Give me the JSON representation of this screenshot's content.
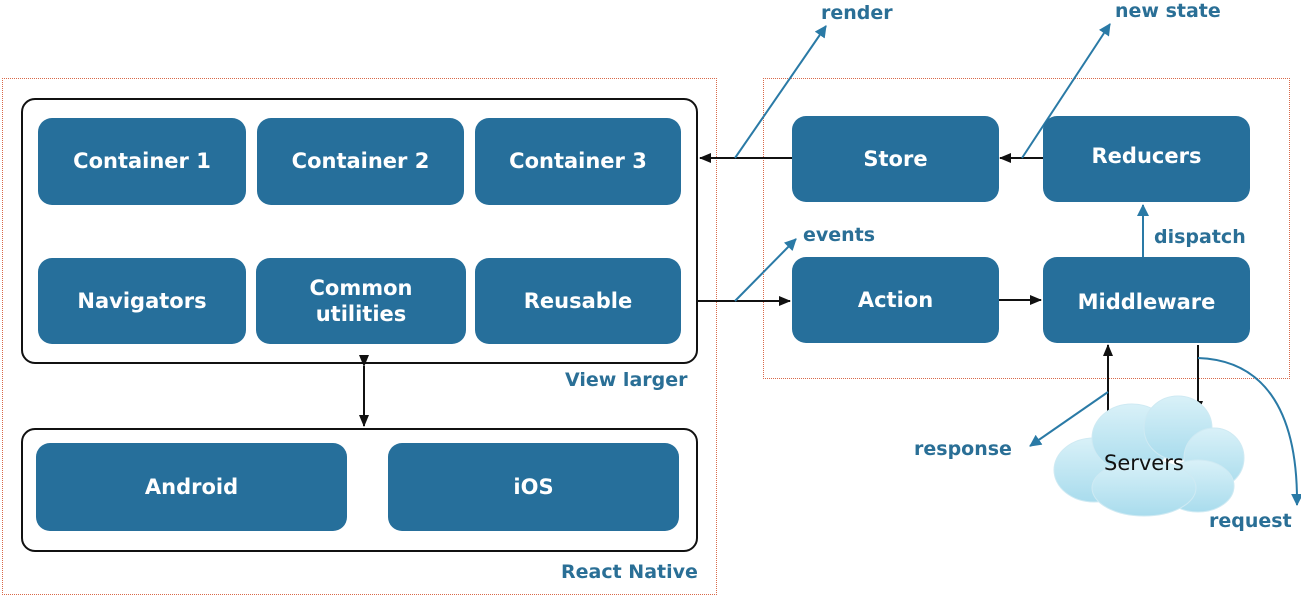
{
  "groups": {
    "view_label": "View larger",
    "native_label": "React Native"
  },
  "blocks": {
    "container1": "Container 1",
    "container2": "Container 2",
    "container3": "Container 3",
    "navigators": "Navigators",
    "common_utilities": "Common utilities",
    "reusable": "Reusable",
    "android": "Android",
    "ios": "iOS",
    "store": "Store",
    "reducers": "Reducers",
    "action": "Action",
    "middleware": "Middleware",
    "servers": "Servers"
  },
  "edge_labels": {
    "render": "render",
    "new_state": "new state",
    "events": "events",
    "dispatch": "dispatch",
    "response": "response",
    "request": "request"
  },
  "colors": {
    "block_fill": "#266f9b",
    "label_text": "#2a6f96",
    "dotted_border": "#d9694a",
    "cloud_fill": "#bfe6f2"
  }
}
